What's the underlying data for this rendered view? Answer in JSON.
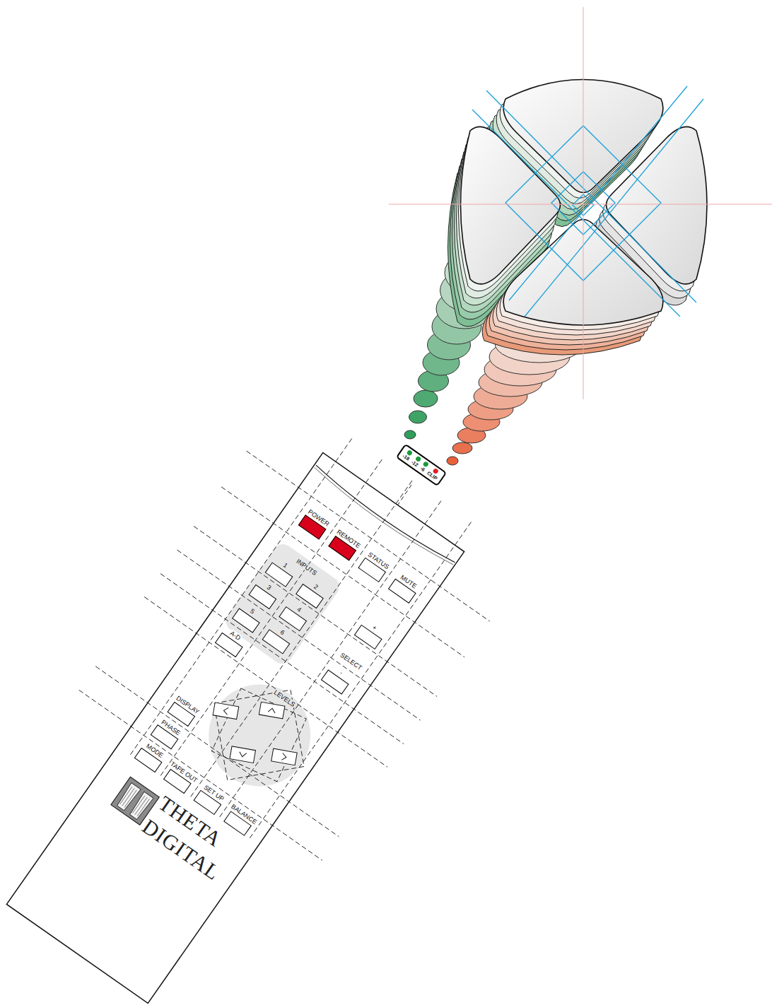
{
  "diagram": {
    "nodes": [
      {
        "text": [
          "-18",
          "-12",
          "-6",
          "CLIP"
        ]
      },
      {
        "text": [
          "POWER"
        ]
      },
      {
        "text": [
          "REMOTE"
        ]
      },
      {
        "text": [
          "STATUS"
        ]
      },
      {
        "text": [
          "MUTE"
        ]
      },
      {
        "text": [
          "1"
        ]
      },
      {
        "text": [
          "2"
        ]
      },
      {
        "text": [
          "+"
        ]
      },
      {
        "text": [
          "3"
        ]
      },
      {
        "text": [
          "4"
        ]
      },
      {
        "text": [
          "5"
        ]
      },
      {
        "text": [
          "6"
        ]
      },
      {
        "text": [
          "-"
        ]
      },
      {
        "text": [
          "A-D"
        ]
      },
      {
        "text": [
          "DISPLAY"
        ]
      },
      {
        "text": [
          "PHASE"
        ]
      },
      {
        "text": [
          "MODE"
        ]
      },
      {
        "text": [
          "TAPE OUT"
        ]
      },
      {
        "text": [
          "SET UP"
        ]
      },
      {
        "text": [
          "BALANCE"
        ]
      }
    ],
    "labels": [
      "INPUTS",
      "SELECT",
      "LEVELS",
      "THETA DIGITAL"
    ]
  }
}
